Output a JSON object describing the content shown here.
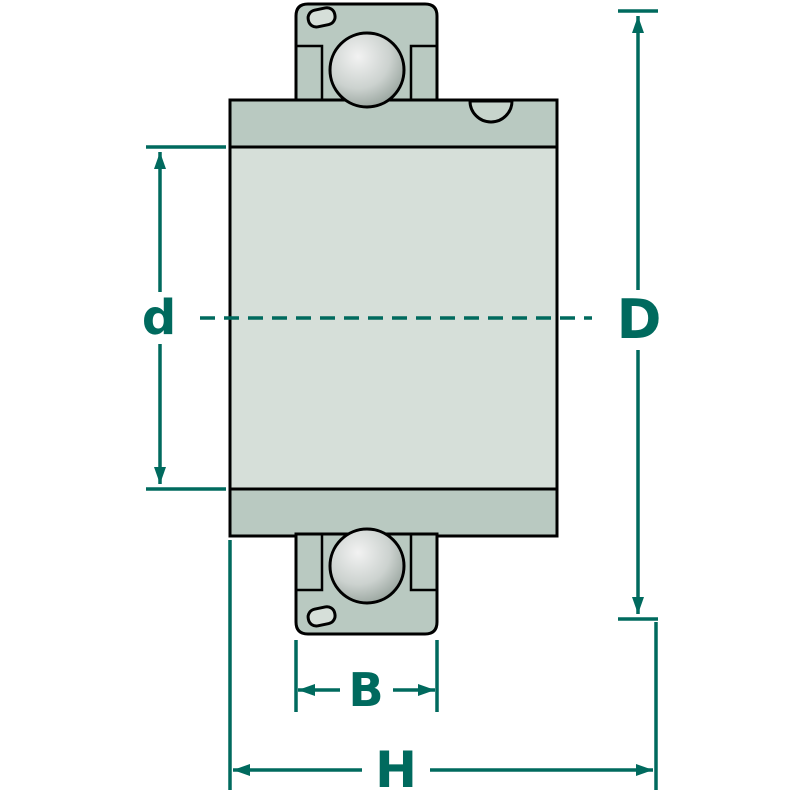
{
  "diagram": {
    "labels": {
      "bore_diameter": "d",
      "outer_diameter": "D",
      "width": "B",
      "overall_width": "H"
    },
    "colors": {
      "dimension": "#006a5e",
      "body_light": "#d6dfd9",
      "body_dark": "#b9c9c1",
      "screw": "#c7d4cc",
      "outline": "#000000",
      "background": "#ffffff",
      "ball_light": "#f2f2f2",
      "ball_dark": "#8e9b94"
    }
  }
}
